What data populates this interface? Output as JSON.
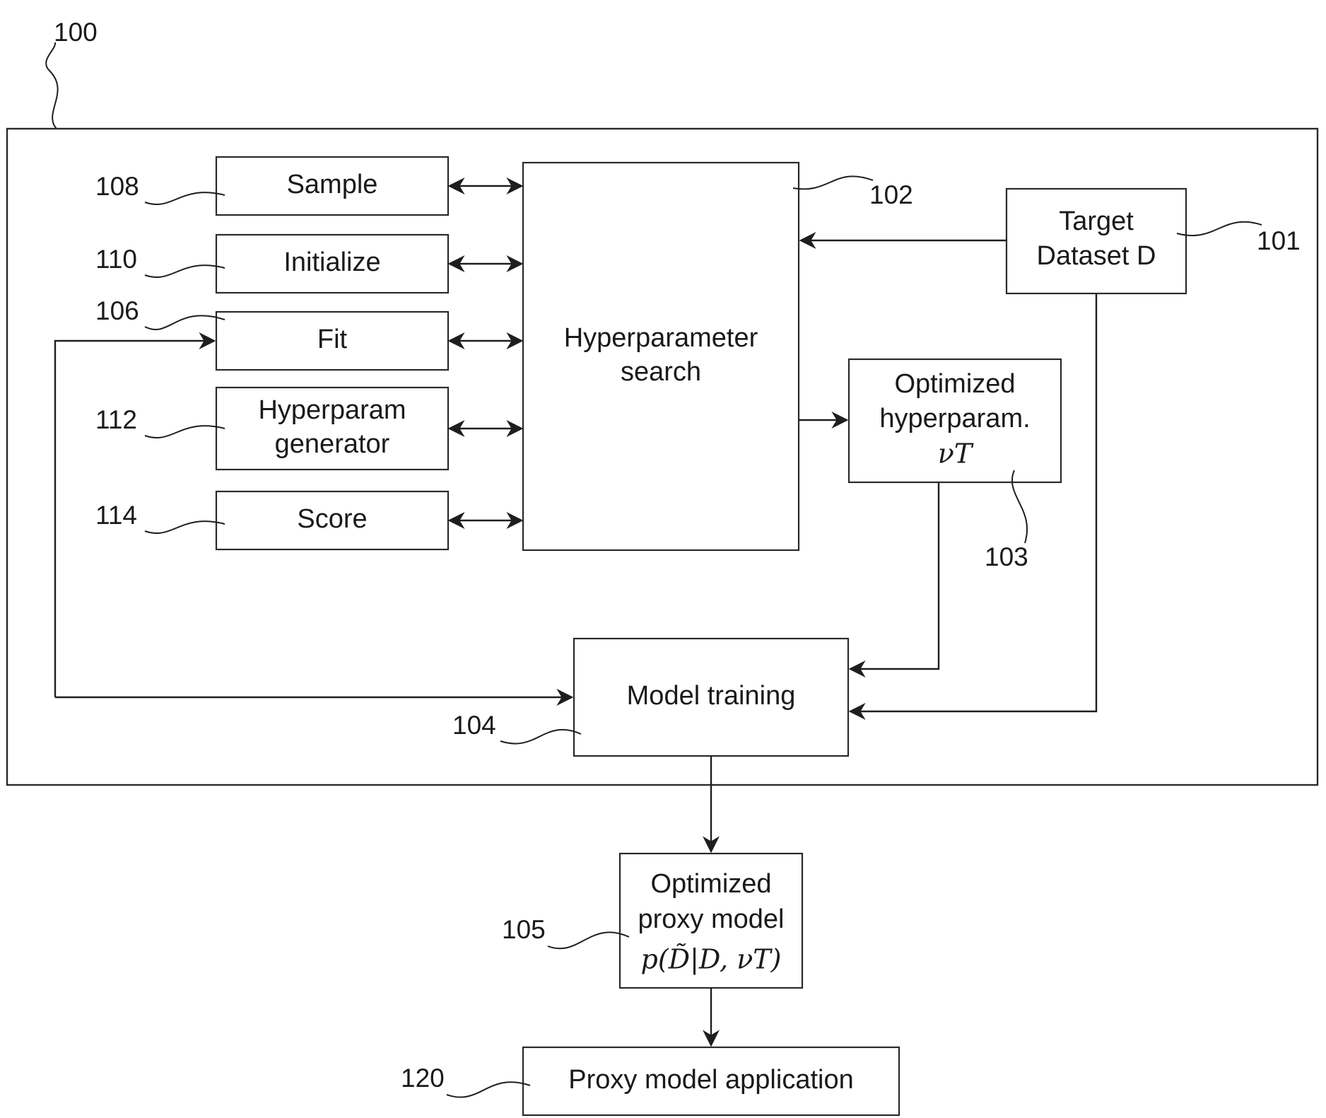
{
  "diagram": {
    "outer_ref": "100",
    "boxes": {
      "sample": {
        "label": "Sample",
        "ref": "108"
      },
      "initialize": {
        "label": "Initialize",
        "ref": "110"
      },
      "fit": {
        "label": "Fit",
        "ref": "106"
      },
      "hyperparam_generator": {
        "line1": "Hyperparam",
        "line2": "generator",
        "ref": "112"
      },
      "score": {
        "label": "Score",
        "ref": "114"
      },
      "hyperparameter_search": {
        "line1": "Hyperparameter",
        "line2": "search",
        "ref": "102"
      },
      "target_dataset": {
        "line1": "Target",
        "line2": "Dataset D",
        "ref": "101"
      },
      "optimized_hyperparam": {
        "line1": "Optimized",
        "line2": "hyperparam.",
        "formula": "νT",
        "ref": "103"
      },
      "model_training": {
        "label": "Model training",
        "ref": "104"
      },
      "optimized_proxy_model": {
        "line1": "Optimized",
        "line2": "proxy model",
        "formula": "p(D̃|D, νT)",
        "ref": "105"
      },
      "proxy_model_application": {
        "label": "Proxy model application",
        "ref": "120"
      }
    },
    "colors": {
      "stroke": "#2a2a2a",
      "text": "#1a1a1a",
      "background": "#ffffff"
    }
  }
}
